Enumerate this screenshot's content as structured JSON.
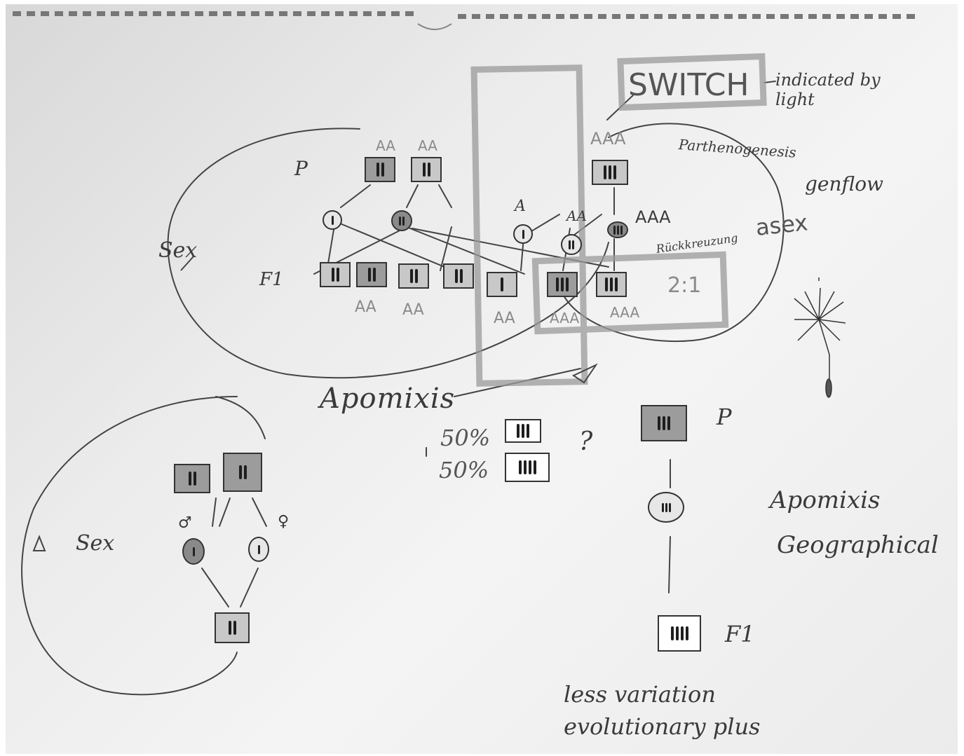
{
  "upper_diagram": {
    "switch_label": "SWITCH",
    "switch_note": "indicated by light",
    "parthenogenesis": "Parthenogenesis",
    "genflow": "genflow",
    "asex": "asex",
    "sex": "Sex",
    "generation_p": "P",
    "generation_f1": "F1",
    "genotype_aa_1": "AA",
    "genotype_aa_2": "AA",
    "genotype_aaa_top": "AAA",
    "genotype_aaa_right": "AAA",
    "gamete_a": "A",
    "gamete_aa": "AA",
    "offspring_aa_1": "AA",
    "offspring_aa_2": "AA",
    "offspring_aa_3": "AA",
    "offspring_aaa_1": "AAA",
    "offspring_aaa_2": "AAA",
    "rueckkreuzung": "Rückkreuzung",
    "ratio": "2:1",
    "apomixis": "Apomixis"
  },
  "lower_left": {
    "sex": "Sex",
    "male": "♂",
    "female": "♀"
  },
  "ratio_block": {
    "pct_1": "50%",
    "pct_2": "50%",
    "question": "?"
  },
  "lower_right": {
    "p": "P",
    "f1": "F1",
    "apomixis": "Apomixis",
    "geographical": "Geographical",
    "note_1": "less variation",
    "note_2": "evolutionary plus"
  }
}
